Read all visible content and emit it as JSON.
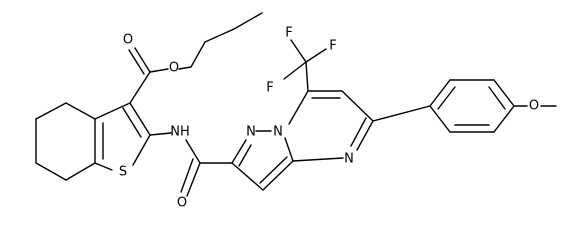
{
  "molecule": {
    "atoms": {
      "o_carbonyl_ester": "O",
      "o_ester": "O",
      "s_thiophene": "S",
      "nh_amide": "NH",
      "o_amide": "O",
      "n_pyrazole": "N",
      "n_bridge": "N",
      "n_pyrimidine": "N",
      "f_1": "F",
      "f_2": "F",
      "f_3": "F",
      "o_methoxy": "O"
    }
  }
}
